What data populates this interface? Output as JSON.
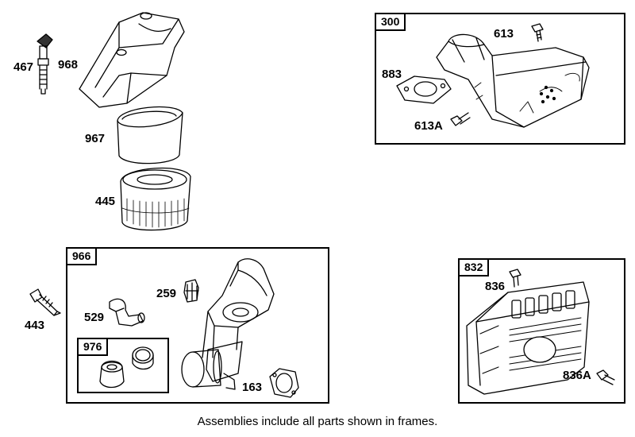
{
  "frames": {
    "f300": "300",
    "f966": "966",
    "f976": "976",
    "f832": "832"
  },
  "callouts": {
    "p467": "467",
    "p968": "968",
    "p967": "967",
    "p445": "445",
    "p443": "443",
    "p613": "613",
    "p883": "883",
    "p613a": "613A",
    "p259": "259",
    "p529": "529",
    "p163": "163",
    "p836": "836",
    "p836a": "836A"
  },
  "caption": "Assemblies include all parts shown in frames."
}
